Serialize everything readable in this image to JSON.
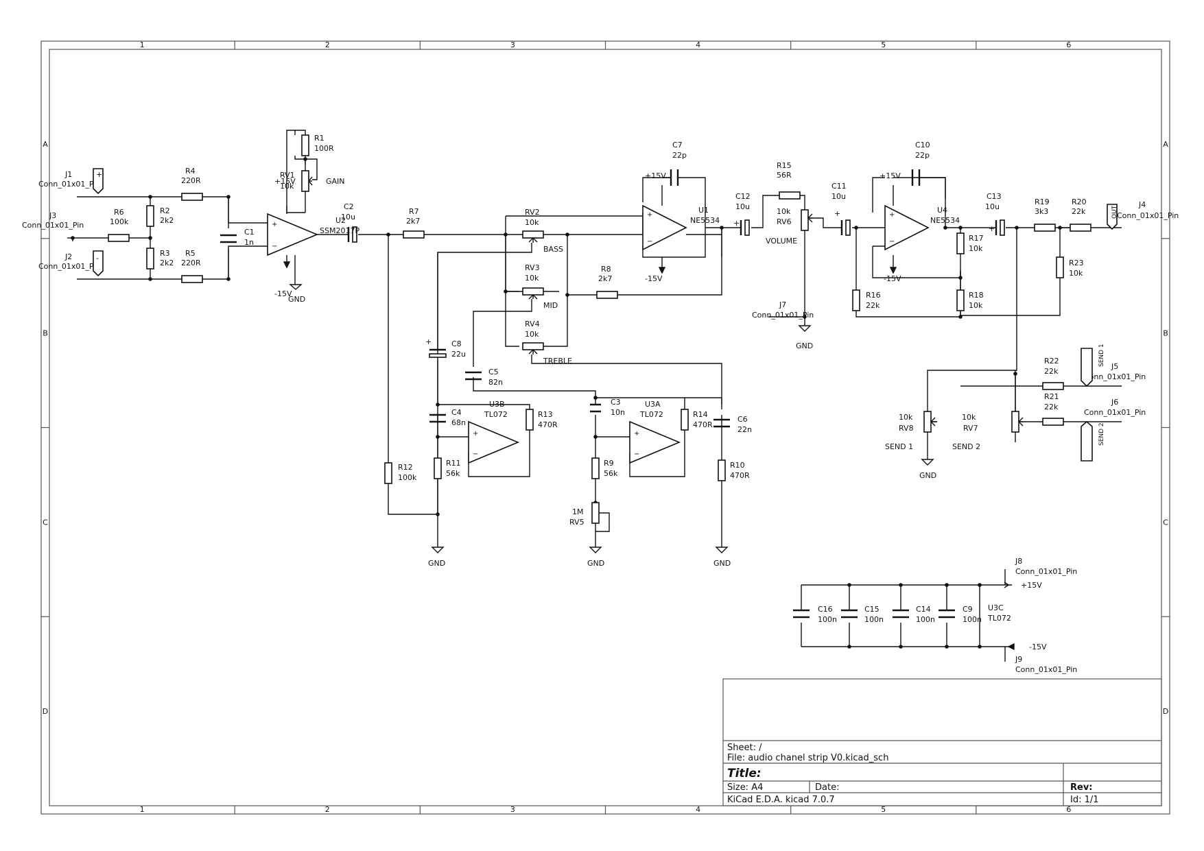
{
  "frame": {
    "columns": [
      "1",
      "2",
      "3",
      "4",
      "5",
      "6"
    ],
    "rows": [
      "A",
      "B",
      "C",
      "D"
    ]
  },
  "title_block": {
    "sheet": "Sheet: /",
    "file": "File: audio chanel strip V0.kicad_sch",
    "title": "Title:",
    "size": "Size: A4",
    "date": "Date:",
    "rev": "Rev:",
    "tool": "KiCad E.D.A.  kicad 7.0.7",
    "id": "Id: 1/1"
  },
  "components": {
    "R1": [
      "R1",
      "100R"
    ],
    "R2": [
      "R2",
      "2k2"
    ],
    "R3": [
      "R3",
      "2k2"
    ],
    "R4": [
      "R4",
      "220R"
    ],
    "R5": [
      "R5",
      "220R"
    ],
    "R6": [
      "R6",
      "100k"
    ],
    "R7": [
      "R7",
      "2k7"
    ],
    "R8": [
      "R8",
      "2k7"
    ],
    "R9": [
      "R9",
      "56k"
    ],
    "R10": [
      "R10",
      "470R"
    ],
    "R11": [
      "R11",
      "56k"
    ],
    "R12": [
      "R12",
      "100k"
    ],
    "R13": [
      "R13",
      "470R"
    ],
    "R14": [
      "R14",
      "470R"
    ],
    "R15": [
      "R15",
      "56R"
    ],
    "R16": [
      "R16",
      "22k"
    ],
    "R17": [
      "R17",
      "10k"
    ],
    "R18": [
      "R18",
      "10k"
    ],
    "R19": [
      "R19",
      "3k3"
    ],
    "R20": [
      "R20",
      "22k"
    ],
    "R21": [
      "R21",
      "22k"
    ],
    "R22": [
      "R22",
      "22k"
    ],
    "R23": [
      "R23",
      "10k"
    ],
    "C1": [
      "C1",
      "1n"
    ],
    "C2": [
      "C2",
      "10u"
    ],
    "C3": [
      "C3",
      "10n"
    ],
    "C4": [
      "C4",
      "68n"
    ],
    "C5": [
      "C5",
      "82n"
    ],
    "C6": [
      "C6",
      "22n"
    ],
    "C7": [
      "C7",
      "22p"
    ],
    "C8": [
      "C8",
      "22u"
    ],
    "C9": [
      "C9",
      "100n"
    ],
    "C10": [
      "C10",
      "22p"
    ],
    "C11": [
      "C11",
      "10u"
    ],
    "C12": [
      "C12",
      "10u"
    ],
    "C13": [
      "C13",
      "10u"
    ],
    "C14": [
      "C14",
      "100n"
    ],
    "C15": [
      "C15",
      "100n"
    ],
    "C16": [
      "C16",
      "100n"
    ],
    "RV1": [
      "RV1",
      "10k",
      "GAIN"
    ],
    "RV2": [
      "RV2",
      "10k",
      "BASS"
    ],
    "RV3": [
      "RV3",
      "10k",
      "MID"
    ],
    "RV4": [
      "RV4",
      "10k",
      "TREBLE"
    ],
    "RV5": [
      "RV5",
      "1M"
    ],
    "RV6": [
      "RV6",
      "10k",
      "VOLUME"
    ],
    "RV7": [
      "RV7",
      "10k",
      "SEND 2"
    ],
    "RV8": [
      "RV8",
      "10k",
      "SEND 1"
    ],
    "U1": [
      "U1",
      "NE5534"
    ],
    "U2": [
      "U2",
      "SSM2017P"
    ],
    "U4": [
      "U4",
      "NE5534"
    ],
    "U3A": [
      "U3A",
      "TL072"
    ],
    "U3B": [
      "U3B",
      "TL072"
    ],
    "U3C": [
      "U3C",
      "TL072"
    ],
    "J1": [
      "J1",
      "Conn_01x01_Pin"
    ],
    "J2": [
      "J2",
      "Conn_01x01_Pin"
    ],
    "J3": [
      "J3",
      "Conn_01x01_Pin"
    ],
    "J4": [
      "J4",
      "Conn_01x01_Pin"
    ],
    "J5": [
      "J5",
      "Conn_01x01_Pin"
    ],
    "J6": [
      "J6",
      "Conn_01x01_Pin"
    ],
    "J7": [
      "J7",
      "Conn_01x01_Pin"
    ],
    "J8": [
      "J8",
      "Conn_01x01_Pin"
    ],
    "J9": [
      "J9",
      "Conn_01x01_Pin"
    ]
  },
  "labels": {
    "plus": "+",
    "minus": "-",
    "out": "OUT",
    "send1": "SEND 1",
    "send2": "SEND 2"
  },
  "power": {
    "gnd": "GND",
    "pos": "+15V",
    "neg": "-15V"
  }
}
